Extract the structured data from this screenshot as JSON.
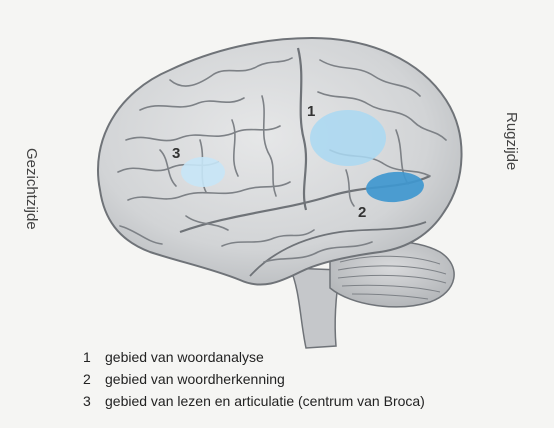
{
  "labels": {
    "left": "Gezichtzijde",
    "right": "Rugzijde"
  },
  "regions": [
    {
      "number": "1",
      "color": "#a9d8f2"
    },
    {
      "number": "2",
      "color": "#3f97cf"
    },
    {
      "number": "3",
      "color": "#c6e5f7"
    }
  ],
  "legend": [
    {
      "number": "1",
      "text": "gebied van woordanalyse"
    },
    {
      "number": "2",
      "text": "gebied van woordherkenning"
    },
    {
      "number": "3",
      "text": "gebied van lezen en articulatie (centrum van Broca)"
    }
  ],
  "colors": {
    "brain_fill": "#d4d6d8",
    "brain_stroke": "#6f7378",
    "cerebellum_fill": "#c8cacd",
    "background": "#f5f5f3"
  }
}
